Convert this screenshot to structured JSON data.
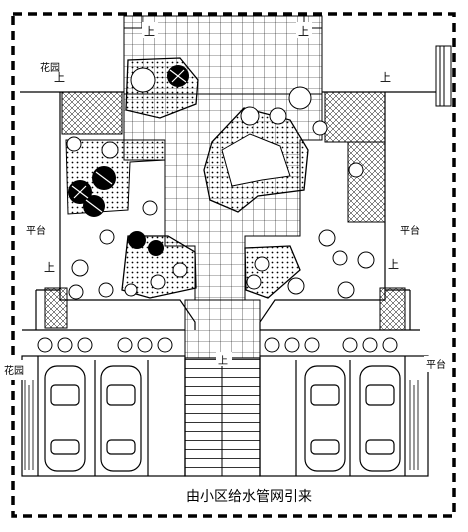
{
  "labels": {
    "up": "上",
    "flower_bed": "花园",
    "platform": "平台",
    "caption": "由小区给水管网引来"
  }
}
